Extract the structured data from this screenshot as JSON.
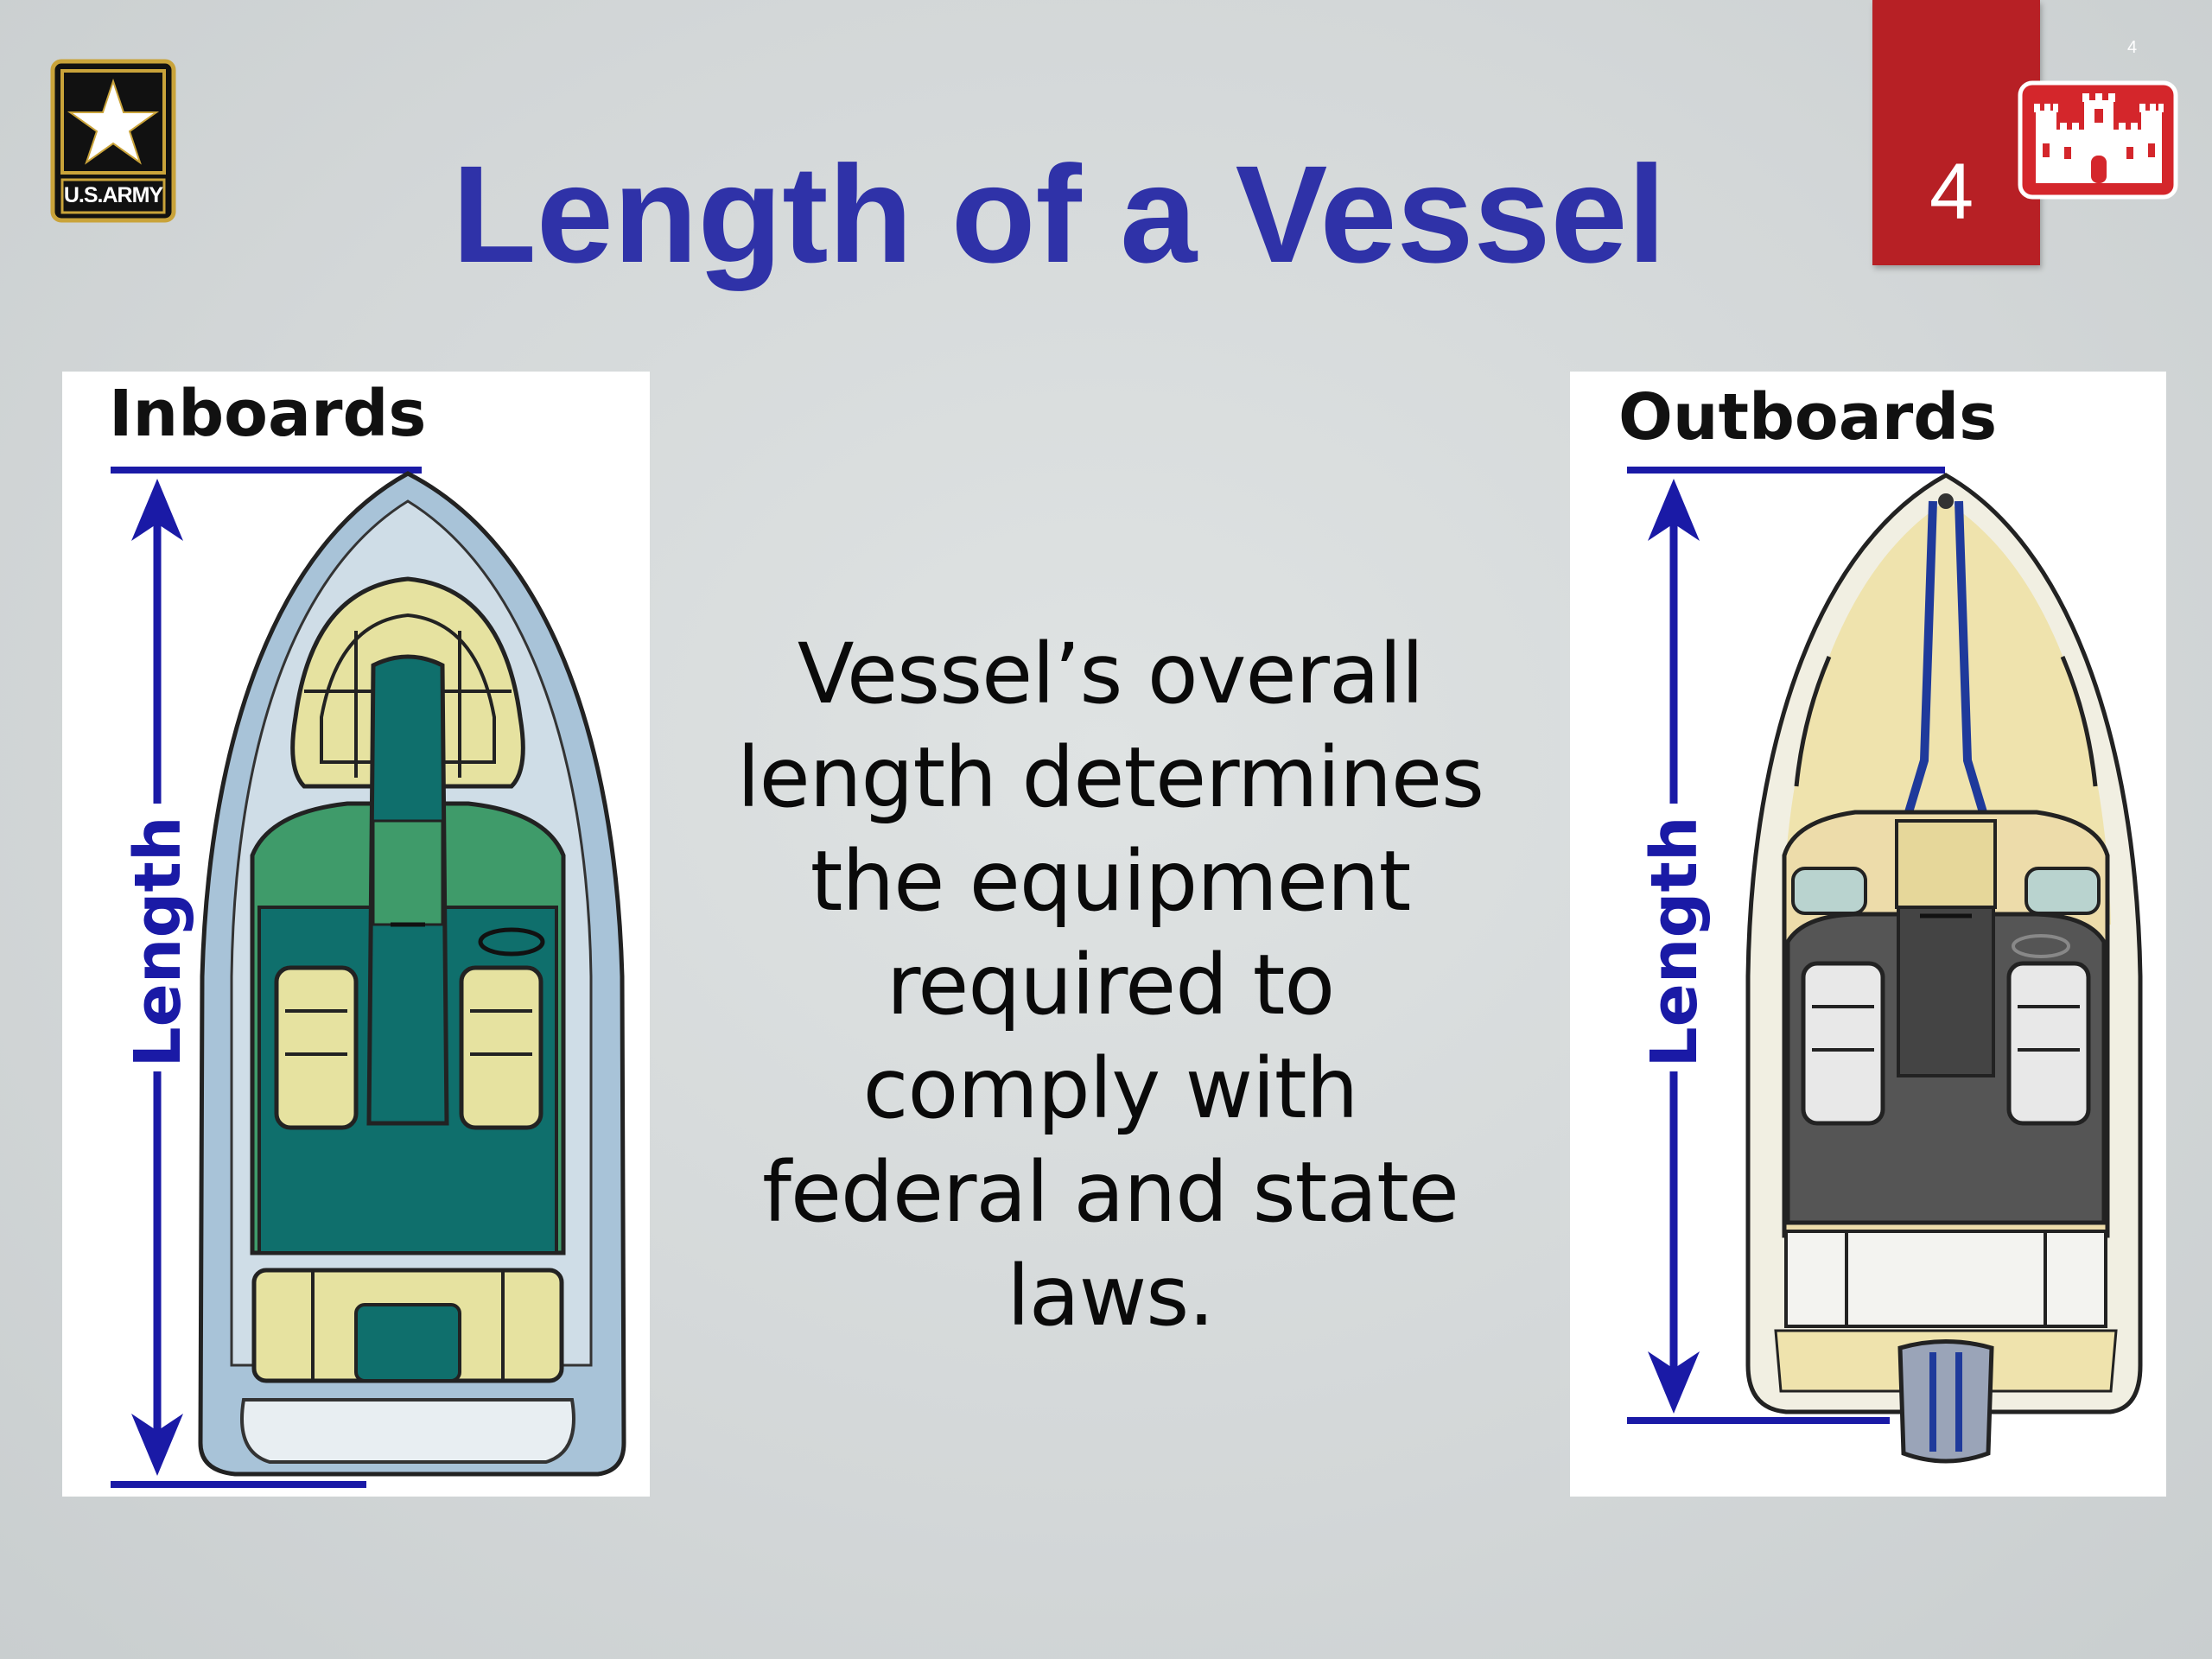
{
  "slide": {
    "corner_number": "4",
    "tab_number": "4",
    "title": "Length of a Vessel",
    "body": "Vessel’s overall length determines the equipment required to comply with federal and state laws."
  },
  "logos": {
    "army_text": "U.S.ARMY",
    "army_icon": "army-star-icon",
    "engineers_icon": "engineers-castle-icon"
  },
  "figures": {
    "inboards": {
      "label": "Inboards",
      "measure_label": "Length",
      "icon": "inboard-boat-icon"
    },
    "outboards": {
      "label": "Outboards",
      "measure_label": "Length",
      "icon": "outboard-boat-icon"
    }
  },
  "colors": {
    "title": "#2f32a8",
    "tab_red": "#b72025",
    "arrow_blue": "#1a1aa6",
    "inboard_teal": "#0f6f6c",
    "seat_yellow": "#e6e2a0",
    "outboard_gray": "#555555"
  }
}
